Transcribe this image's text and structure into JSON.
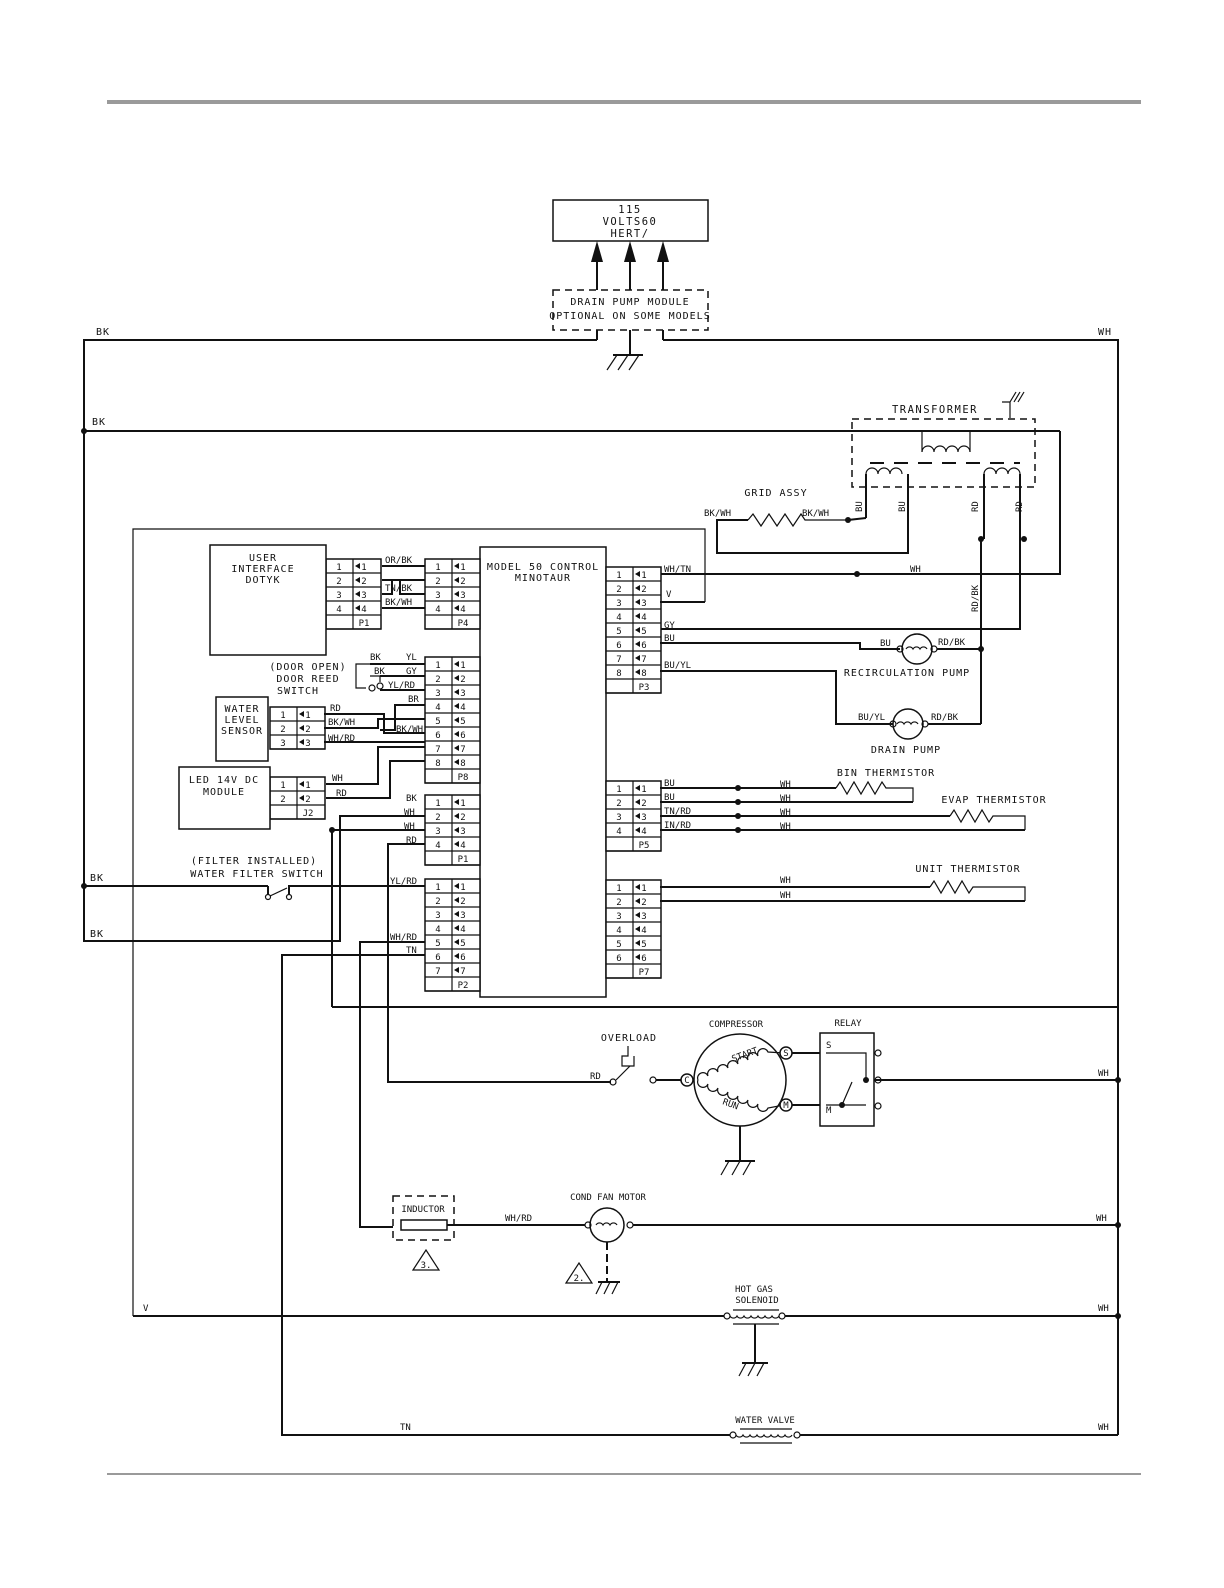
{
  "header_rule_color": "#9a9a9a",
  "power": {
    "line1": "115",
    "line2": "VOLTS60",
    "line3": "HERT/"
  },
  "drain_module": {
    "line1": "DRAIN PUMP MODULE",
    "line2": "OPTIONAL ON SOME MODELS"
  },
  "control": {
    "line1": "MODEL 50 CONTROL",
    "line2": "MINOTAUR"
  },
  "user_interface": {
    "line1": "USER",
    "line2": "INTERFACE",
    "line3": "DOTYK",
    "conn": "P1"
  },
  "water_level": {
    "line1": "WATER",
    "line2": "LEVEL",
    "line3": "SENSOR"
  },
  "led_module": {
    "line1": "LED 14V DC",
    "line2": "MODULE",
    "conn": "J2"
  },
  "door_switch": {
    "line1": "(DOOR OPEN)",
    "line2": "DOOR REED",
    "line3": "SWITCH"
  },
  "filter_switch": {
    "line1": "(FILTER INSTALLED)",
    "line2": "WATER FILTER SWITCH"
  },
  "components": {
    "transformer": "TRANSFORMER",
    "grid": "GRID ASSY",
    "recirc": "RECIRCULATION PUMP",
    "drain_pump": "DRAIN PUMP",
    "bin": "BIN THERMISTOR",
    "evap": "EVAP THERMISTOR",
    "unit": "UNIT THERMISTOR",
    "compressor": "COMPRESSOR",
    "relay": "RELAY",
    "overload": "OVERLOAD",
    "start": "START",
    "run": "RUN",
    "inductor": "INDUCTOR",
    "cond_fan": "COND FAN MOTOR",
    "hot_gas1": "HOT GAS",
    "hot_gas2": "SOLENOID",
    "water_valve": "WATER VALVE",
    "note2": "2.",
    "note3": "3.",
    "term_s": "S",
    "term_c": "C",
    "term_m": "M",
    "relay_s": "S",
    "relay_m": "M"
  },
  "connectors": {
    "p4": "P4",
    "p8": "P8",
    "p1": "P1",
    "p2": "P2",
    "p3": "P3",
    "p5": "P5",
    "p7": "P7"
  },
  "wires": {
    "bk": "BK",
    "wh": "WH",
    "v": "V",
    "tn": "TN",
    "rd": "RD",
    "bu": "BU",
    "gy": "GY",
    "yl": "YL",
    "or_bk": "OR/BK",
    "tn_bk": "TN/BK",
    "bk_wh": "BK/WH",
    "wh_tn": "WH/TN",
    "bu_yl": "BU/YL",
    "rd_bk": "RD/BK",
    "yl_rd": "YL/RD",
    "br": "BR",
    "wh_rd": "WH/RD",
    "tn_rd": "TN/RD",
    "in_rd": "IN/RD"
  },
  "pins": {
    "one": "1",
    "two": "2",
    "three": "3",
    "four": "4",
    "five": "5",
    "six": "6",
    "seven": "7",
    "eight": "8"
  }
}
